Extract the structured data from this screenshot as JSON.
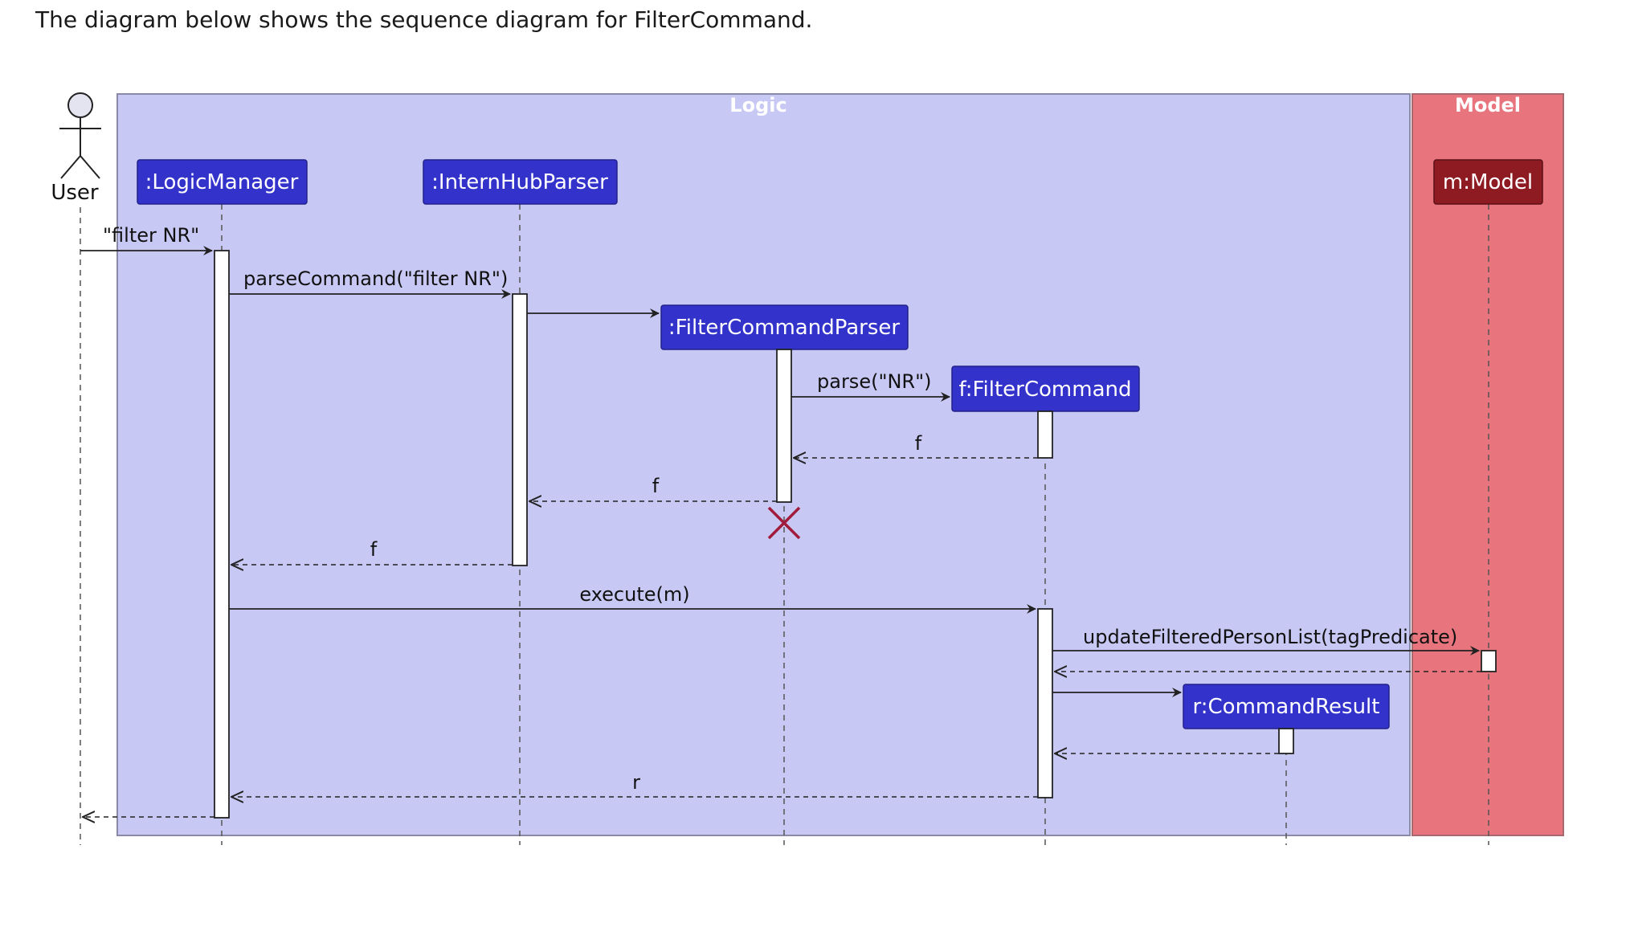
{
  "intro_text": "The diagram below shows the sequence diagram for FilterCommand.",
  "colors": {
    "logic_box": "#c8c8f4",
    "model_box": "#e8757e",
    "participant_blue": "#3333cc",
    "participant_red": "#8e1a22",
    "destroy_mark": "#a01c3a"
  },
  "boxes": {
    "logic": "Logic",
    "model": "Model"
  },
  "actor": {
    "label": "User"
  },
  "participants": {
    "logic_manager": ":LogicManager",
    "parser": ":InternHubParser",
    "filter_parser": ":FilterCommandParser",
    "filter_command": "f:FilterCommand",
    "command_result": "r:CommandResult",
    "model": "m:Model"
  },
  "messages": {
    "user_input": "\"filter NR\"",
    "parse_command": "parseCommand(\"filter NR\")",
    "parse": "parse(\"NR\")",
    "return_f1": "f",
    "return_f2": "f",
    "return_f3": "f",
    "execute": "execute(m)",
    "update_list": "updateFilteredPersonList(tagPredicate)",
    "return_r": "r"
  }
}
